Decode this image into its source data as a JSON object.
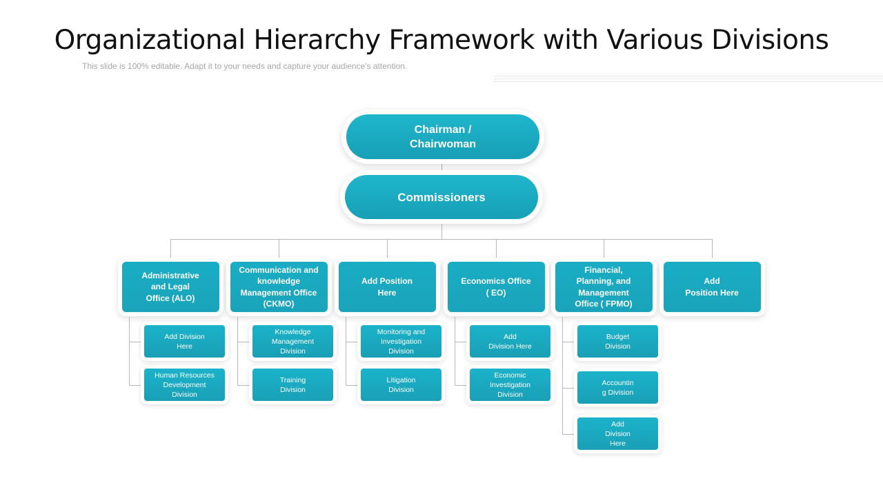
{
  "title": "Organizational Hierarchy Framework with Various Divisions",
  "subtitle": "This slide is 100% editable. Adapt it to your needs and capture your audience's attention.",
  "top": {
    "chairman": "Chairman /\nChairwoman",
    "commissioners": "Commissioners"
  },
  "offices": [
    {
      "label": "Administrative\nand Legal\nOffice (ALO)",
      "divisions": [
        "Add Division\nHere",
        "Human Resources\nDevelopment\nDivision"
      ]
    },
    {
      "label": "Communication and\nknowledge\nManagement Office\n(CKMO)",
      "divisions": [
        "Knowledge\nManagement\nDivision",
        "Training\nDivision"
      ]
    },
    {
      "label": "Add Position\nHere",
      "divisions": [
        "Monitoring and\nInvestigation\nDivision",
        "Litigation\nDivision"
      ]
    },
    {
      "label": "Economics Office\n( EO)",
      "divisions": [
        "Add\nDivision  Here",
        "Economic\nInvestigation\nDivision"
      ]
    },
    {
      "label": "Financial,\nPlanning, and\nManagement\nOffice ( FPMO)",
      "divisions": [
        "Budget\nDivision",
        "Accountin\ng Division",
        "Add\nDivision\nHere"
      ]
    },
    {
      "label": "Add\nPosition Here",
      "divisions": []
    }
  ]
}
